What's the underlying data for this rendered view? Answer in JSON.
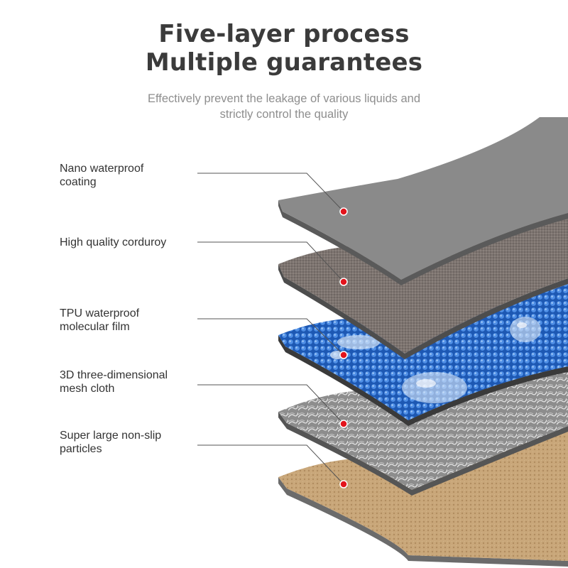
{
  "title": {
    "line1": "Five-layer process",
    "line2": "Multiple guarantees"
  },
  "subtitle": {
    "line1": "Effectively prevent the leakage of various liquids and",
    "line2": "strictly control the quality"
  },
  "layers": [
    {
      "label_line1": "Nano waterproof",
      "label_line2": "coating",
      "color": "#8a8a8a"
    },
    {
      "label_line1": "High quality corduroy",
      "label_line2": "",
      "color": "#7d7470"
    },
    {
      "label_line1": "TPU waterproof",
      "label_line2": "molecular film",
      "color": "#2f6fc8"
    },
    {
      "label_line1": "3D three-dimensional",
      "label_line2": "mesh cloth",
      "color": "#9a9a9a"
    },
    {
      "label_line1": "Super large non-slip",
      "label_line2": "particles",
      "color": "#c9a77a"
    }
  ],
  "colors": {
    "title": "#3b3b3b",
    "subtitle": "#8e8e8e",
    "label": "#333333",
    "leader_line": "#555555",
    "marker_dot": "#e3141c"
  }
}
